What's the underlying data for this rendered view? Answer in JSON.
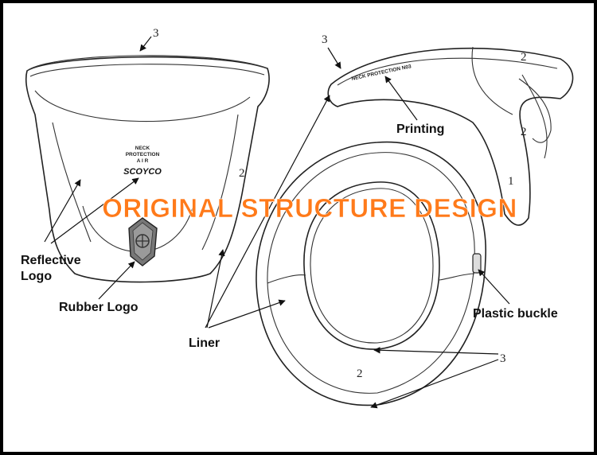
{
  "banner": "ORIGINAL STRUCTURE DESIGN",
  "labels": {
    "reflective_logo": [
      "Reflective",
      "Logo"
    ],
    "rubber_logo": "Rubber Logo",
    "liner": "Liner",
    "printing": "Printing",
    "plastic_buckle": "Plastic buckle"
  },
  "numbers": {
    "left_top": "3",
    "left_body": "2",
    "right_top_3": "3",
    "right_top_2a": "2",
    "right_top_2b": "2",
    "right_side_1": "1",
    "ring_bottom_2": "2",
    "ring_right_3": "3"
  },
  "product_text": {
    "neck": "NECK",
    "protection": "PROTECTION",
    "air": "A   I   R",
    "brand": "SCOYCO",
    "strip": "NECK PROTECTION N03"
  }
}
